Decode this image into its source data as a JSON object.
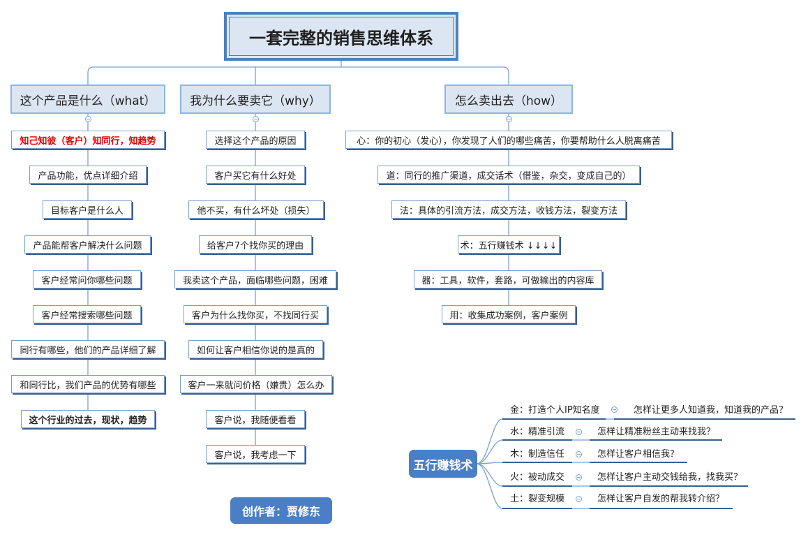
{
  "title": "一套完整的销售思维体系",
  "branches": [
    {
      "label": "这个产品是什么（what）",
      "items": [
        "知己知彼（客户）知同行，知趋势",
        "产品功能，优点详细介绍",
        "目标客户是什么人",
        "产品能帮客户解决什么问题",
        "客户经常问你哪些问题",
        "客户经常搜索哪些问题",
        "同行有哪些，他们的产品详细了解",
        "和同行比，我们产品的优势有哪些",
        "这个行业的过去，现状，趋势"
      ]
    },
    {
      "label": "我为什么要卖它（why）",
      "items": [
        "选择这个产品的原因",
        "客户买它有什么好处",
        "他不买，有什么坏处（损失）",
        "给客户7个找你买的理由",
        "我卖这个产品，面临哪些问题，困难",
        "客户为什么找你买，不找同行买",
        "如何让客户相信你说的是真的",
        "客户一来就问价格（嫌贵）怎么办",
        "客户说，我随便看看",
        "客户说，我考虑一下"
      ]
    },
    {
      "label": "怎么卖出去（how）",
      "items": [
        "心：你的初心（发心），你发现了人们的哪些痛苦，你要帮助什么人脱离痛苦",
        "道：同行的推广渠道，成交话术（借鉴，杂交，变成自己的）",
        "法：具体的引流方法，成交方法，收钱方法，裂变方法",
        "术：五行赚钱术 ↓↓↓↓",
        "器：工具，软件，套路，可做输出的内容库",
        "用：收集成功案例，客户案例"
      ]
    }
  ],
  "wuxing": {
    "title": "五行赚钱术",
    "items": [
      {
        "label": "金：打造个人IP知名度",
        "question": "怎样让更多人知道我，知道我的产品？"
      },
      {
        "label": "水：精准引流",
        "question": "怎样让精准粉丝主动来找我？"
      },
      {
        "label": "木：制造信任",
        "question": "怎样让客户相信我？"
      },
      {
        "label": "火：被动成交",
        "question": "怎样让客户主动交钱给我，找我买？"
      },
      {
        "label": "土：裂变规模",
        "question": "怎样让客户自发的帮我转介绍？"
      }
    ]
  },
  "author": "创作者：贾修东",
  "colors": {
    "line": "#7aa0cf",
    "node_fill": "#dce6f2",
    "root_border": "#4f81bd",
    "pill": "#4a7ec5",
    "highlight": "#e00000"
  }
}
